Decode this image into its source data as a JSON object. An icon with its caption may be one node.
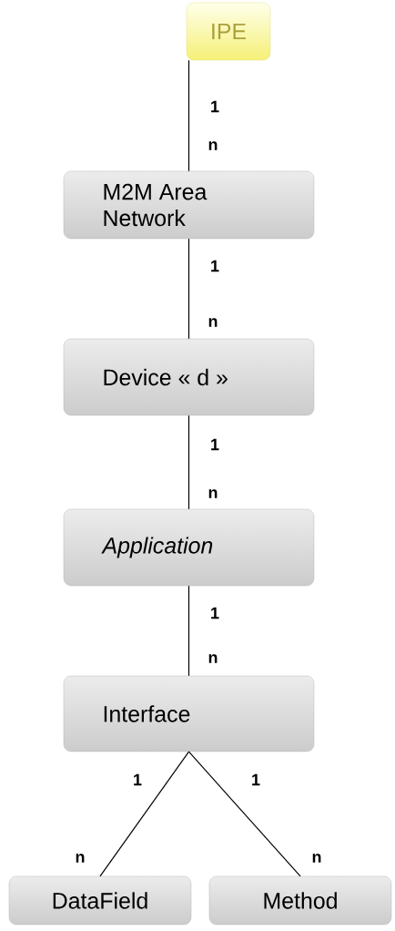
{
  "diagram": {
    "nodes": [
      {
        "text": [
          "IPE"
        ]
      },
      {
        "text": [
          "M2M Area Network"
        ]
      },
      {
        "text": [
          "Device « d »"
        ]
      },
      {
        "text": [
          "Application"
        ]
      },
      {
        "text": [
          "Interface"
        ]
      },
      {
        "text": [
          "DataField"
        ]
      },
      {
        "text": [
          "Method"
        ]
      }
    ],
    "edges": [
      {
        "from": 0,
        "to": 1,
        "arrow": "none"
      },
      {
        "from": 1,
        "to": 2,
        "arrow": "none"
      },
      {
        "from": 2,
        "to": 3,
        "arrow": "none"
      },
      {
        "from": 3,
        "to": 4,
        "arrow": "none"
      },
      {
        "from": 4,
        "to": 5,
        "arrow": "none"
      },
      {
        "from": 4,
        "to": 6,
        "arrow": "none"
      }
    ],
    "labels": [
      "1",
      "n",
      "1",
      "n",
      "1",
      "n",
      "1",
      "n",
      "1",
      "1",
      "n",
      "n"
    ]
  }
}
